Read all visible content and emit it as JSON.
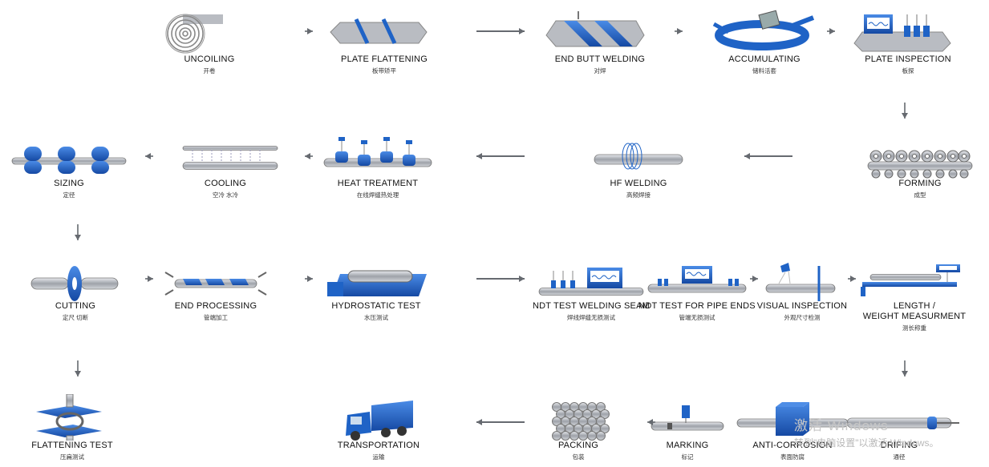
{
  "steps": [
    {
      "id": "uncoiling",
      "label": "UNCOILING",
      "sub": "开卷",
      "icon": "coil-icon"
    },
    {
      "id": "plate-flattening",
      "label": "PLATE FLATTENING",
      "sub": "板带矫平",
      "icon": "plate-icon"
    },
    {
      "id": "end-butt-welding",
      "label": "END BUTT WELDING",
      "sub": "对焊",
      "icon": "welded-plates-icon"
    },
    {
      "id": "accumulating",
      "label": "ACCUMULATING",
      "sub": "储料活套",
      "icon": "accumulator-icon"
    },
    {
      "id": "plate-inspection",
      "label": "PLATE INSPECTION",
      "sub": "板探",
      "icon": "inspection-machine-icon"
    },
    {
      "id": "forming",
      "label": "FORMING",
      "sub": "成型",
      "icon": "forming-rolls-icon"
    },
    {
      "id": "hf-welding",
      "label": "HF WELDING",
      "sub": "高频焊接",
      "icon": "induction-coil-icon"
    },
    {
      "id": "heat-treatment",
      "label": "HEAT TREATMENT",
      "sub": "在线焊缝热处理",
      "icon": "heater-icon"
    },
    {
      "id": "cooling",
      "label": "COOLING",
      "sub": "空冷  水冷",
      "icon": "cooling-pipe-icon"
    },
    {
      "id": "sizing",
      "label": "SIZING",
      "sub": "定径",
      "icon": "sizing-rolls-icon"
    },
    {
      "id": "cutting",
      "label": "CUTTING",
      "sub": "定尺  切断",
      "icon": "saw-blade-icon"
    },
    {
      "id": "end-processing",
      "label": "END PROCESSING",
      "sub": "管端加工",
      "icon": "end-facing-icon"
    },
    {
      "id": "hydrostatic-test",
      "label": "HYDROSTATIC TEST",
      "sub": "水压测试",
      "icon": "hydro-tester-icon"
    },
    {
      "id": "ndt-welding-seam",
      "label": "NDT TEST WELDING SEAM",
      "sub": "焊线焊缝无损测试",
      "icon": "ndt-seam-icon"
    },
    {
      "id": "ndt-pipe-ends",
      "label": "NDT TEST FOR PIPE ENDS",
      "sub": "管端无损测试",
      "icon": "ndt-ends-icon"
    },
    {
      "id": "visual-inspection",
      "label": "VISUAL INSPECTION",
      "sub": "外观尺寸检测",
      "icon": "lamp-icon"
    },
    {
      "id": "length-weight",
      "label": "LENGTH /\nWEIGHT MEASURMENT",
      "sub": "测长称重",
      "icon": "scale-icon"
    },
    {
      "id": "drifing",
      "label": "DRIFING",
      "sub": "通径",
      "icon": "drift-icon"
    },
    {
      "id": "anti-corrosion",
      "label": "ANTI-CORROSION",
      "sub": "表面防腐",
      "icon": "coating-box-icon"
    },
    {
      "id": "marking",
      "label": "MARKING",
      "sub": "标记",
      "icon": "marking-icon"
    },
    {
      "id": "packing",
      "label": "PACKING",
      "sub": "包装",
      "icon": "bundle-icon"
    },
    {
      "id": "transportation",
      "label": "TRANSPORTATION",
      "sub": "运输",
      "icon": "truck-icon"
    },
    {
      "id": "flattening-test",
      "label": "FLATTENING TEST",
      "sub": "压扁测试",
      "icon": "press-icon"
    }
  ],
  "watermark": {
    "line1": "激活 Windows",
    "line2": "转到\"电脑设置\"以激活 Windows。"
  },
  "colors": {
    "accent": "#1f63c6",
    "steel": "#b9bcc2",
    "dark": "#5b5f66",
    "arrow": "#666a70"
  }
}
